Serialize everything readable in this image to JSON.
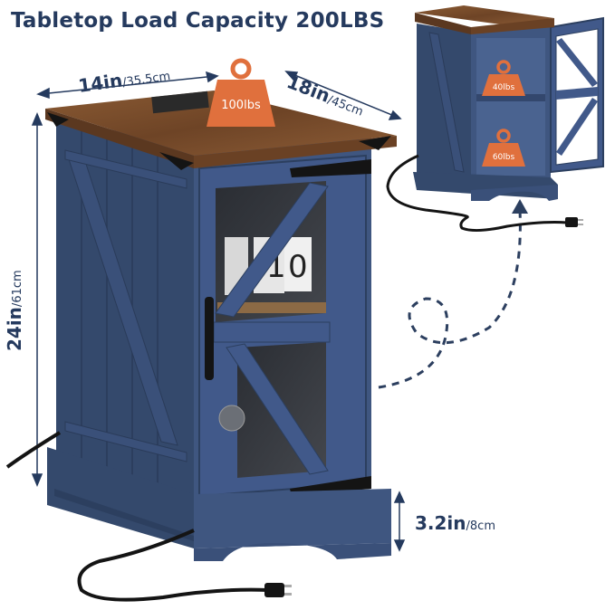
{
  "title": "Tabletop Load Capacity 200LBS",
  "dimensions": {
    "width": {
      "main": "14in",
      "sub": "/35.5cm"
    },
    "depth": {
      "main": "18in",
      "sub": "/45cm"
    },
    "height": {
      "main": "24in",
      "sub": "/61cm"
    },
    "base": {
      "main": "3.2in",
      "sub": "/8cm"
    }
  },
  "weights": {
    "top": "100lbs",
    "shelf_upper": "40lbs",
    "shelf_lower": "60lbs"
  },
  "colors": {
    "cabinet": "#3c5379",
    "cabinet_dark": "#2c3f5f",
    "wood": "#7a4e2c",
    "weight": "#e0703d",
    "text": "#253a5e",
    "cord": "#141414"
  }
}
